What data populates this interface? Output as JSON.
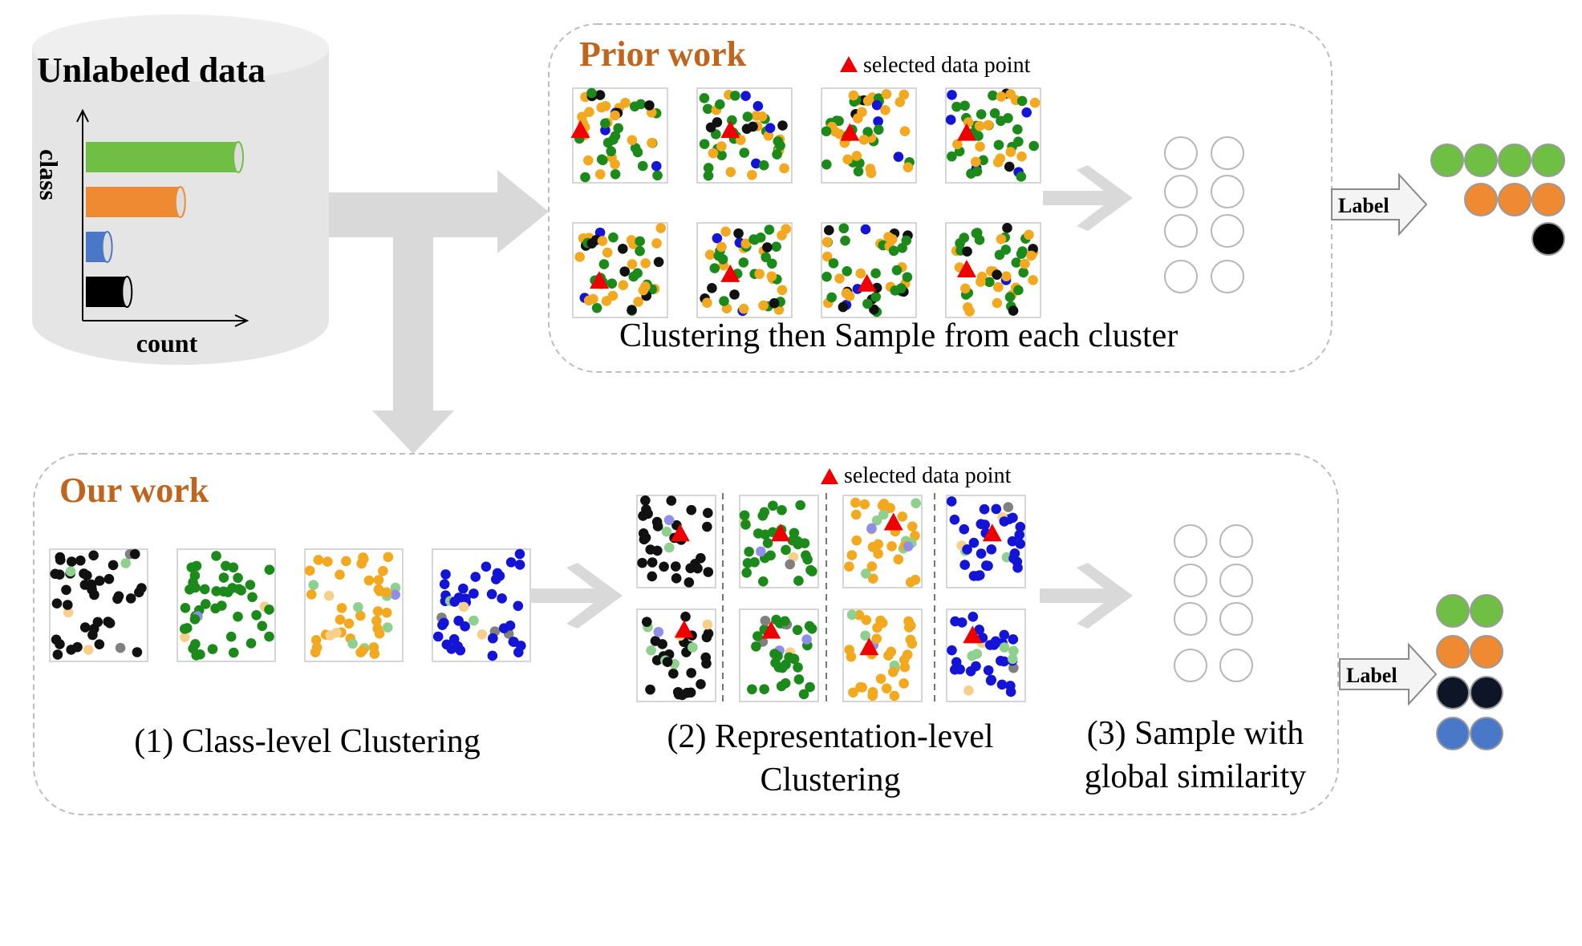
{
  "unlabeled": {
    "title": "Unlabeled data",
    "y_label": "class",
    "x_label": "count",
    "bars": [
      {
        "fraction": 1.0,
        "color": "#6fbf44"
      },
      {
        "fraction": 0.62,
        "color": "#ef8a33"
      },
      {
        "fraction": 0.14,
        "color": "#4a78c8"
      },
      {
        "fraction": 0.27,
        "color": "#000000"
      }
    ]
  },
  "prior_work": {
    "title": "Prior work",
    "legend": "selected data point",
    "caption": "Clustering  then Sample from each cluster",
    "label_button": "Label",
    "result_rows": [
      {
        "color": "#6fbf44",
        "count": 4
      },
      {
        "color": "#ef8a33",
        "count": 3
      },
      {
        "color": "#000000",
        "count": 1
      }
    ]
  },
  "our_work": {
    "title": "Our work",
    "legend": "selected data point",
    "step1": "(1) Class-level Clustering",
    "step2_line1": "(2) Representation-level",
    "step2_line2": "Clustering",
    "step3_line1": "(3) Sample with",
    "step3_line2": "global similarity",
    "label_button": "Label",
    "result_rows": [
      {
        "color": "#6fbf44",
        "count": 2
      },
      {
        "color": "#ef8a33",
        "count": 2
      },
      {
        "color": "#0e1526",
        "count": 2
      },
      {
        "color": "#4a78c8",
        "count": 2
      }
    ]
  },
  "colors": {
    "accent_title": "#c0651d",
    "point_green": "#1b8a1b",
    "point_orange": "#f2a91f",
    "point_blue": "#1414d6",
    "point_black": "#111111",
    "marker": "#ee0000",
    "arrow": "#d9d9d9"
  }
}
